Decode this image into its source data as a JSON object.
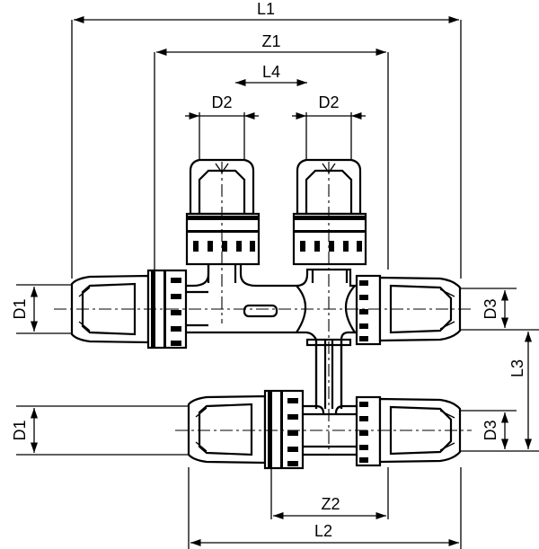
{
  "dimensions": {
    "L1": "L1",
    "Z1": "Z1",
    "L4": "L4",
    "D2_left": "D2",
    "D2_right": "D2",
    "D1_top": "D1",
    "D1_bottom": "D1",
    "D3_top": "D3",
    "D3_bottom": "D3",
    "L3": "L3",
    "Z2": "Z2",
    "L2": "L2"
  }
}
